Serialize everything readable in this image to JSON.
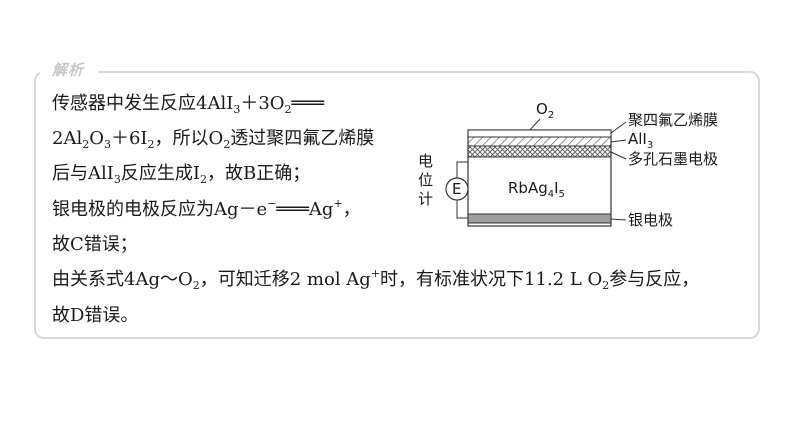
{
  "section_label": "解析",
  "text": {
    "l1_a": "传感器中发生反应4AlI",
    "l1_sub1": "3",
    "l1_b": "＋3O",
    "l1_sub2": "2",
    "l1_c": "═══",
    "l2_a": "2Al",
    "l2_sub1": "2",
    "l2_b": "O",
    "l2_sub2": "3",
    "l2_c": "＋6I",
    "l2_sub3": "2",
    "l2_d": "，所以O",
    "l2_sub4": "2",
    "l2_e": "透过聚四氟乙烯膜",
    "l3_a": "后与AlI",
    "l3_sub1": "3",
    "l3_b": "反应生成I",
    "l3_sub2": "2",
    "l3_c": "，故B正确；",
    "l4_a": "银电极的电极反应为Ag－e",
    "l4_sup1": "−",
    "l4_b": "═══Ag",
    "l4_sup2": "+",
    "l4_c": "，",
    "l5": "故C错误；",
    "l6_a": "由关系式4Ag～O",
    "l6_sub1": "2",
    "l6_b": "，可知迁移2 mol Ag",
    "l6_sup1": "+",
    "l6_c": "时，有标准状况下11.2 L O",
    "l6_sub2": "2",
    "l6_d": "参与反应，",
    "l7": "故D错误。"
  },
  "diagram": {
    "o2_label": "O",
    "o2_sub": "2",
    "label_membrane": "聚四氟乙烯膜",
    "label_ali3": "AlI",
    "label_ali3_sub": "3",
    "label_graphite": "多孔石墨电极",
    "label_silver": "银电极",
    "center_label": "RbAg",
    "center_sub1": "4",
    "center_mid": "I",
    "center_sub2": "5",
    "meter_chars": [
      "电",
      "位",
      "计"
    ],
    "meter_symbol": "E",
    "colors": {
      "silver_layer": "#9e9e9e",
      "hatch": "#555555",
      "line": "#333333"
    }
  }
}
